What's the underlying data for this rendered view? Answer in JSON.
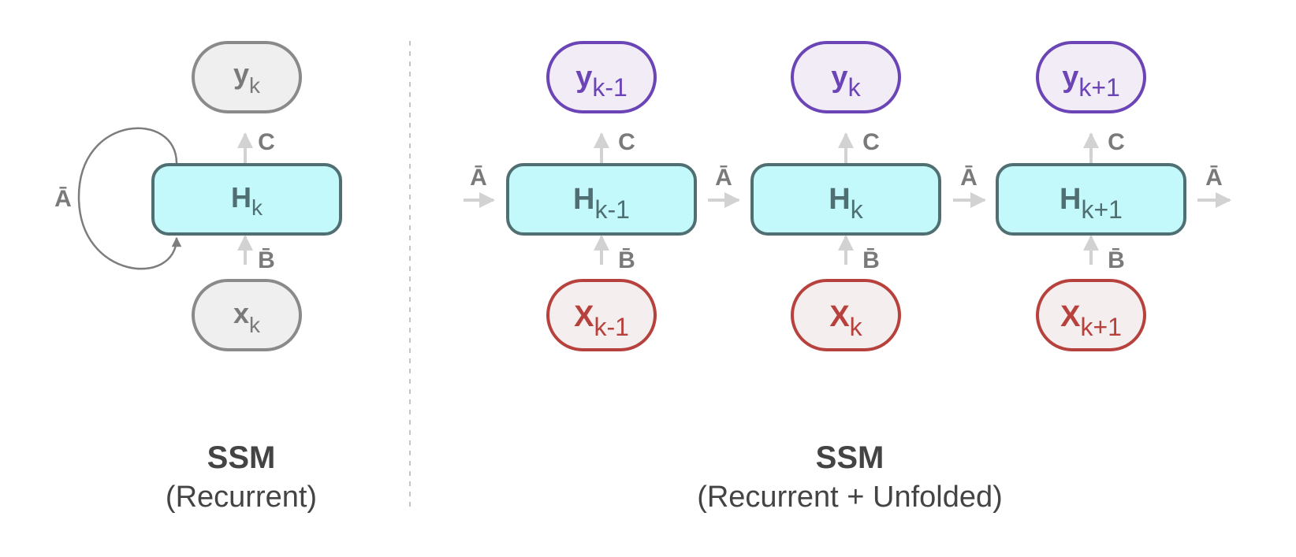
{
  "colors": {
    "background": "#ffffff",
    "hidden_fill": "#c4f9fb",
    "hidden_stroke": "#4f6f72",
    "hidden_text": "#4f6f72",
    "gray_fill": "#efefef",
    "gray_stroke": "#8a8a8a",
    "gray_text": "#7a7a7a",
    "output_fill": "#f2ecf6",
    "output_stroke": "#6b44b6",
    "output_text": "#6b44b6",
    "input_fill": "#f4eeee",
    "input_stroke": "#b7413c",
    "input_text": "#b7413c",
    "arrow_light": "#d2d2d2",
    "arrow_dark": "#7d7d7d",
    "divider": "#c4c4c4",
    "title_text": "#444444"
  },
  "left_panel": {
    "title": "SSM",
    "subtitle": "(Recurrent)",
    "output_node": {
      "main": "y",
      "sub": "k"
    },
    "hidden_node": {
      "main": "H",
      "sub": "k"
    },
    "input_node": {
      "main": "x",
      "sub": "k"
    },
    "loop_label": "Ā",
    "output_label": "C",
    "input_label": "B̄"
  },
  "right_panel": {
    "title": "SSM",
    "subtitle": "(Recurrent + Unfolded)",
    "steps": [
      {
        "output": {
          "main": "y",
          "sub": "k-1"
        },
        "hidden": {
          "main": "H",
          "sub": "k-1"
        },
        "input": {
          "main": "X",
          "sub": "k-1"
        },
        "output_label": "C",
        "input_label": "B̄"
      },
      {
        "output": {
          "main": "y",
          "sub": "k"
        },
        "hidden": {
          "main": "H",
          "sub": "k"
        },
        "input": {
          "main": "X",
          "sub": "k"
        },
        "output_label": "C",
        "input_label": "B̄"
      },
      {
        "output": {
          "main": "y",
          "sub": "k+1"
        },
        "hidden": {
          "main": "H",
          "sub": "k+1"
        },
        "input": {
          "main": "X",
          "sub": "k+1"
        },
        "output_label": "C",
        "input_label": "B̄"
      }
    ],
    "transition_labels": [
      "Ā",
      "Ā",
      "Ā",
      "Ā"
    ]
  }
}
